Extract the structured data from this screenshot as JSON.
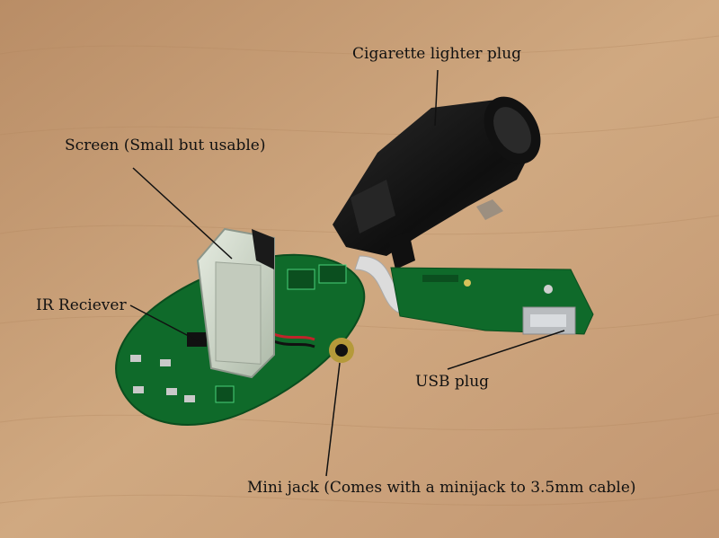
{
  "photo": {
    "subject": "disassembled-fm-transmitter",
    "colors": {
      "table": "#c9a27a",
      "pcb": "#0f6a2a",
      "plug": "#151515",
      "screen": "#cfd7c8",
      "ribbon": "#dcdcdc"
    }
  },
  "annotations": {
    "cigarette_plug": "Cigarette lighter plug",
    "screen": "Screen (Small but usable)",
    "ir_receiver": "IR Reciever",
    "usb_plug": "USB plug",
    "mini_jack": "Mini jack (Comes with a minijack to 3.5mm cable)"
  }
}
